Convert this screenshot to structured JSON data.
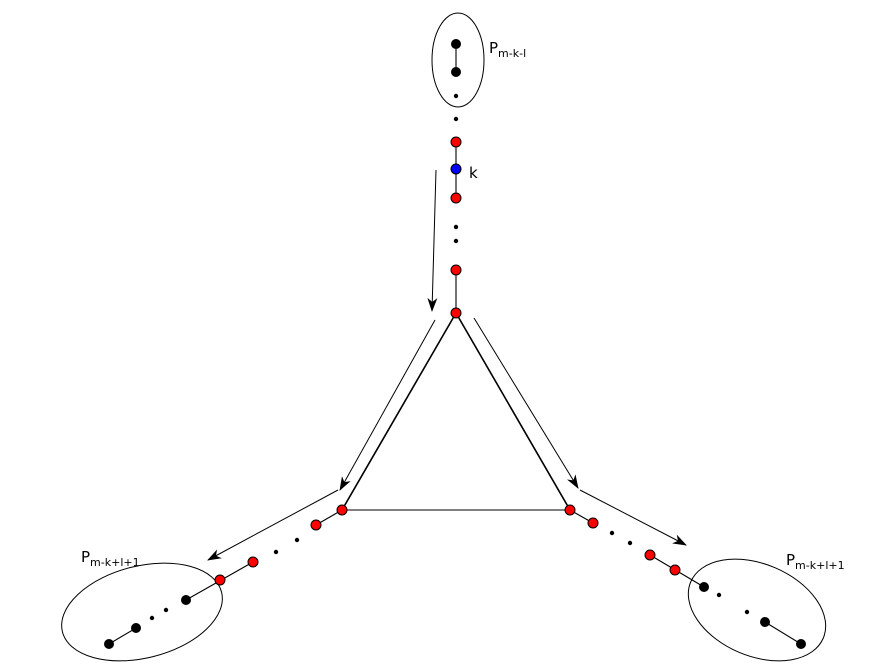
{
  "labels": {
    "top_set": {
      "base": "P",
      "sub": "m-k-l"
    },
    "vertex_k": "k",
    "left_set": {
      "base": "P",
      "sub": "m-k+l+1"
    },
    "right_set": {
      "base": "P",
      "sub": "m-k+l+1"
    }
  },
  "colors": {
    "path_vertex": "#ff0000",
    "marked_vertex": "#0000ff",
    "set_vertex": "#000000",
    "edge": "#000000"
  }
}
